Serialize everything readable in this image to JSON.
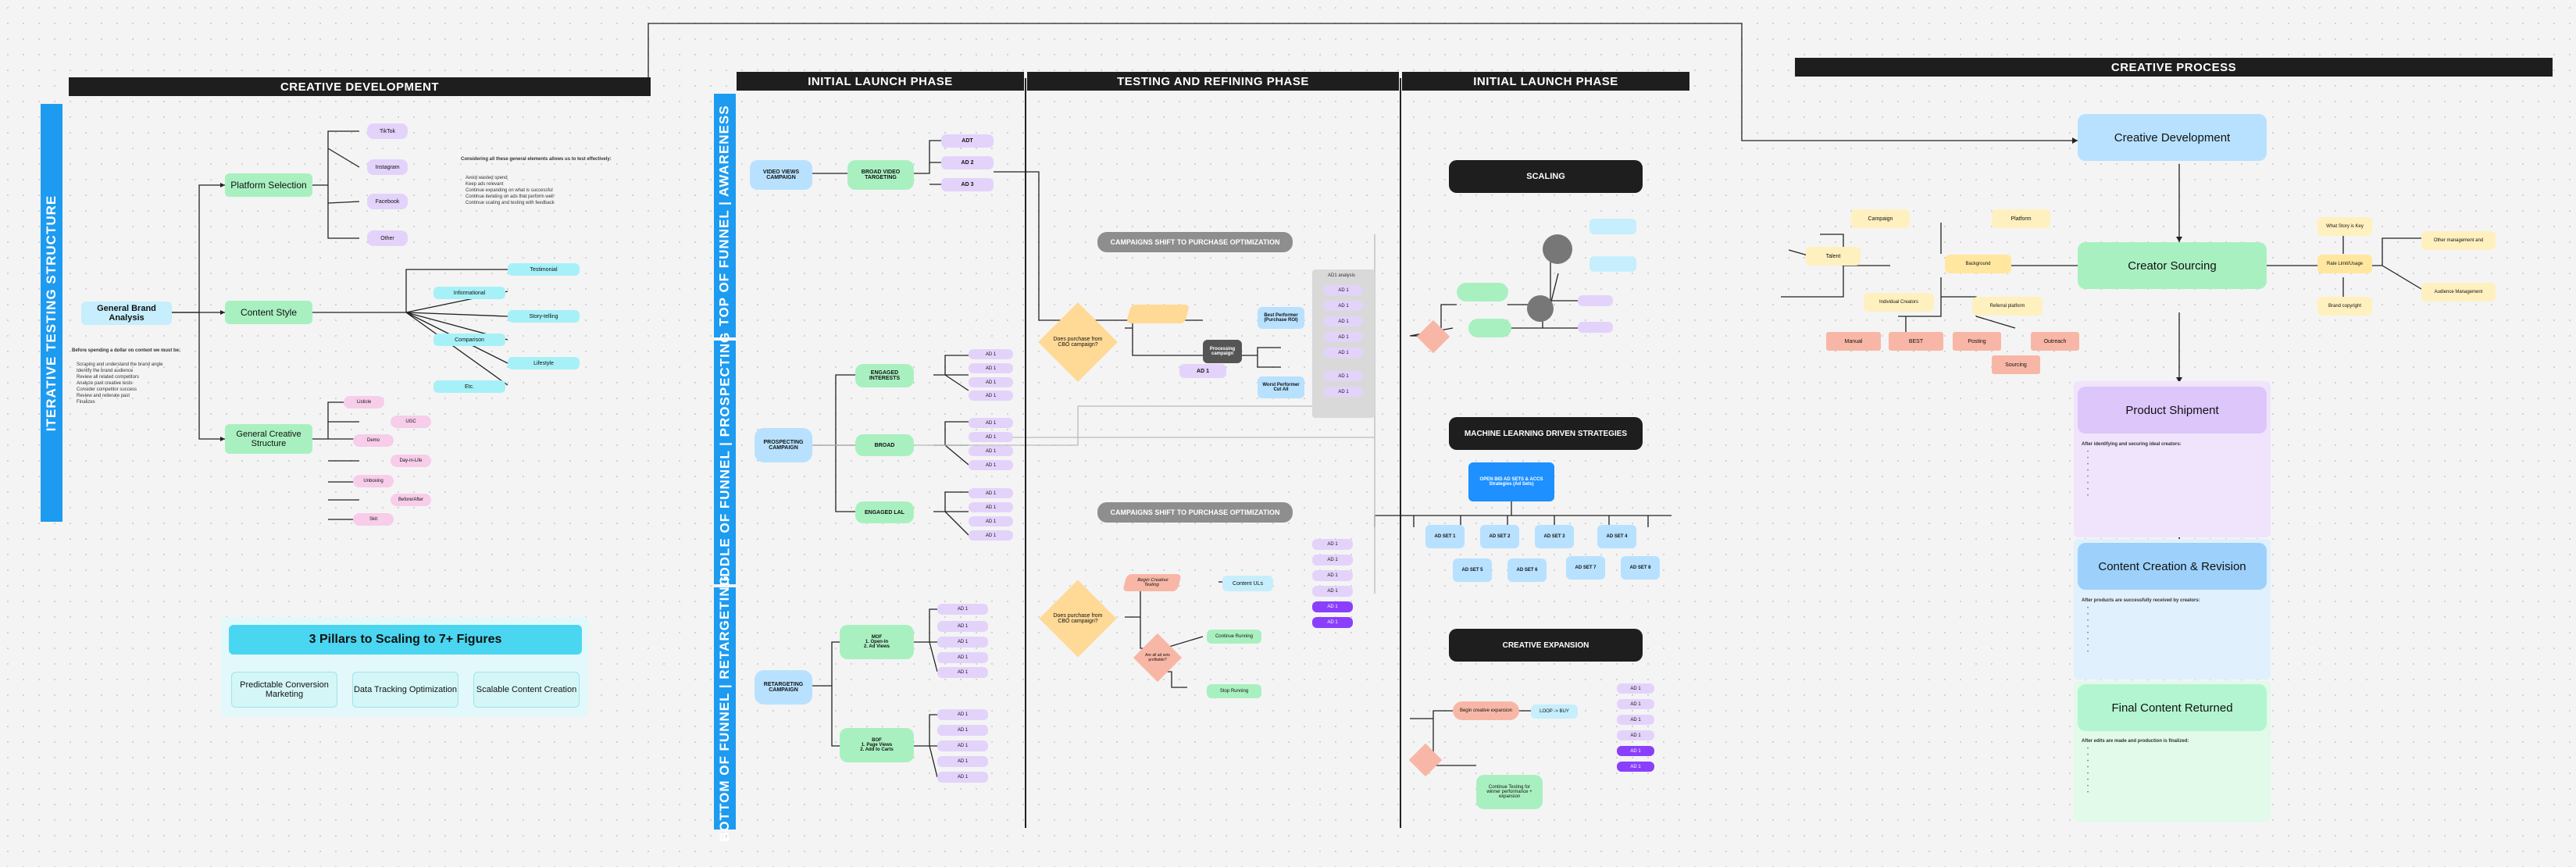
{
  "headers": {
    "creative_development": "CREATIVE DEVELOPMENT",
    "initial_launch_1": "INITIAL LAUNCH PHASE",
    "testing_refining": "TESTING AND REFINING PHASE",
    "initial_launch_2": "INITIAL LAUNCH PHASE",
    "creative_process": "CREATIVE PROCESS"
  },
  "side_bars": {
    "iterative": "ITERATIVE TESTING STRUCTURE",
    "tofu": "TOP OF FUNNEL | AWARENESS",
    "mofu": "MIDDLE OF FUNNEL | PROSPECTING",
    "bofu": "BOTTOM OF FUNNEL | RETARGETING"
  },
  "creative_dev": {
    "root": "General Brand Analysis",
    "platform": "Platform Selection",
    "content_style": "Content Style",
    "general_structure": "General Creative\nStructure",
    "platforms": [
      "TikTok",
      "Instagram",
      "Facebook",
      "Other"
    ],
    "styles": [
      "Testimonial",
      "Informational",
      "Story-telling",
      "Comparison",
      "Lifestyle",
      "Etc."
    ],
    "structures": [
      "Listicle",
      "UGC",
      "Demo",
      "Day-in-Life",
      "Unboxing",
      "Before/After",
      "Skit"
    ],
    "note_title": "Considering all these general elements allows us to test effectively:",
    "note_items": [
      "Avoid wasted spend",
      "Keep ads relevant",
      "Continue expanding on what is successful",
      "Continue iterating on ads that perform well",
      "Continue scaling and testing with feedback"
    ],
    "left_note_title": "Before spending a dollar on content we must be:",
    "left_note_items": [
      "Scraping and understand the brand angle",
      "Identify the brand audience",
      "Review all related competitors",
      "Analyze past creative tests",
      "Consider competitor success",
      "Review and reiterate past",
      "Finalizes"
    ]
  },
  "pillars": {
    "title": "3 Pillars to Scaling to 7+ Figures",
    "items": [
      "Predictable Conversion\nMarketing",
      "Data Tracking Optimization",
      "Scalable Content Creation"
    ]
  },
  "funnel": {
    "tofu_root": "VIDEO VIEWS\nCAMPAIGN",
    "tofu_mid": "BROAD VIDEO\nTARGETING",
    "tofu_ads": [
      "ADT",
      "AD 2",
      "AD 3"
    ],
    "mofu_root": "PROSPECTING\nCAMPAIGN",
    "mofu_groups": [
      "ENGAGED\nINTERESTS",
      "BROAD",
      "ENGAGED LAL"
    ],
    "bofu_root": "RETARGETING\nCAMPAIGN",
    "bofu_groups": [
      "MOF\n1. Open-In\n2. Ad Views",
      "BOF\n1. Page Views\n2. Add to Carts"
    ],
    "ad_label": "AD 1"
  },
  "testing": {
    "pill_1": "CAMPAIGNS SHIFT TO PURCHASE OPTIMIZATION",
    "pill_2": "CAMPAIGNS SHIFT TO PURCHASE OPTIMIZATION",
    "decision_1": "Does purchase from\nCBO campaign?",
    "decision_2": "Does purchase from\nCBO campaign?",
    "decision_3": "Are all ad sets\nprofitable?",
    "processing": "Processing\ncampaign",
    "best_1": "Best Performer\n(Purchase ROI)",
    "best_2": "Worst Performer\nCut All",
    "cut_ad": "AD 1",
    "auto_label": "AD1 analysis",
    "retest": "Begin Creative\nTesting",
    "conti": "Content ULs",
    "cont_run": "Continue Running",
    "stop": "Stop Running"
  },
  "launch2": {
    "scaling": "SCALING",
    "ml": "MACHINE LEARNING DRIVEN STRATEGIES",
    "expansion": "CREATIVE EXPANSION",
    "ml_main": "OPEN BID AD SETS & ACCS\nStrategies (Ad Sets)",
    "ml_adsets": [
      "AD SET 1",
      "AD SET 2",
      "AD SET 3",
      "AD SET 4",
      "AD SET 5",
      "AD SET 6",
      "AD SET 7",
      "AD SET 8"
    ],
    "exp_main": "Begin creative expansion",
    "exp_step": "LOOP -> BUY",
    "exp_continue": "Continue Testing for\nwinner performance +\nexpansion"
  },
  "process": {
    "creative_dev": "Creative Development",
    "sourcing": "Creator Sourcing",
    "shipment": "Product Shipment",
    "content_rev": "Content Creation & Revision",
    "final": "Final Content Returned",
    "left_branch": [
      "Campaign",
      "Talent",
      "Platform",
      "Background",
      "Referral platform",
      "Individual Creators"
    ],
    "left_tags": [
      "Manual",
      "BEST",
      "Posting",
      "Outreach",
      "Sourcing"
    ],
    "right_branch": [
      "What Story is Key",
      "Rate Limit/Usage",
      "Other management and",
      "Audience Management",
      "Brand copyright"
    ],
    "shipment_note": "After identifying and securing ideal creators:",
    "revision_note": "After products are successfully received by creators:",
    "final_note": "After edits are made and production is finalized:"
  },
  "colors": {
    "header": "#1e1e1e",
    "side_bar": "#1d9bf0",
    "green": "#a9f0c0",
    "blue": "#b7e1ff",
    "cyan": "#a6f1f7",
    "pink": "#f7cde9",
    "lavender": "#e3d3fb",
    "purple": "#8a3ffc",
    "orange": "#ffd996",
    "salmon": "#f8b7a6"
  }
}
